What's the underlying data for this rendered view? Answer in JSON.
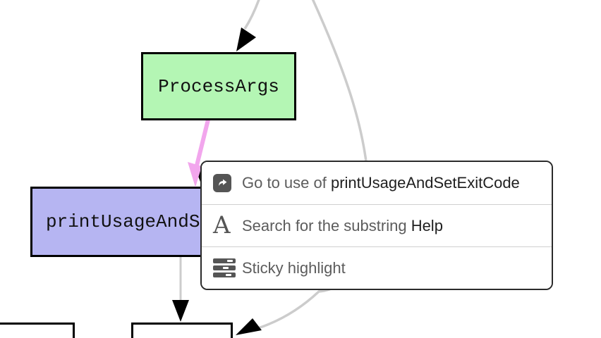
{
  "graph": {
    "nodes": {
      "process_args": {
        "label": "ProcessArgs",
        "fill": "#b4f6b4",
        "border": "#000000"
      },
      "print_usage": {
        "label": "printUsageAndSetExitCode",
        "fill": "#b6b5f2",
        "border": "#000000"
      },
      "bottom_left_partial": {
        "label": ""
      },
      "bottom_middle_partial": {
        "label": ""
      }
    },
    "edge_colors": {
      "default": "#cccccc",
      "highlight": "#f2a6ed",
      "arrowhead": "#000000"
    }
  },
  "context_menu": {
    "border_color": "#2b2b2b",
    "text_color": "#5c5c5c",
    "emphasis_color": "#1f1f1f",
    "items": [
      {
        "icon": "go-to-use-icon",
        "prefix": "Go to use of ",
        "emphasis": "printUsageAndSetExitCode"
      },
      {
        "icon": "search-substring-icon",
        "prefix": "Search for the substring ",
        "emphasis": "Help"
      },
      {
        "icon": "sticky-highlight-icon",
        "prefix": "Sticky highlight",
        "emphasis": ""
      }
    ]
  }
}
